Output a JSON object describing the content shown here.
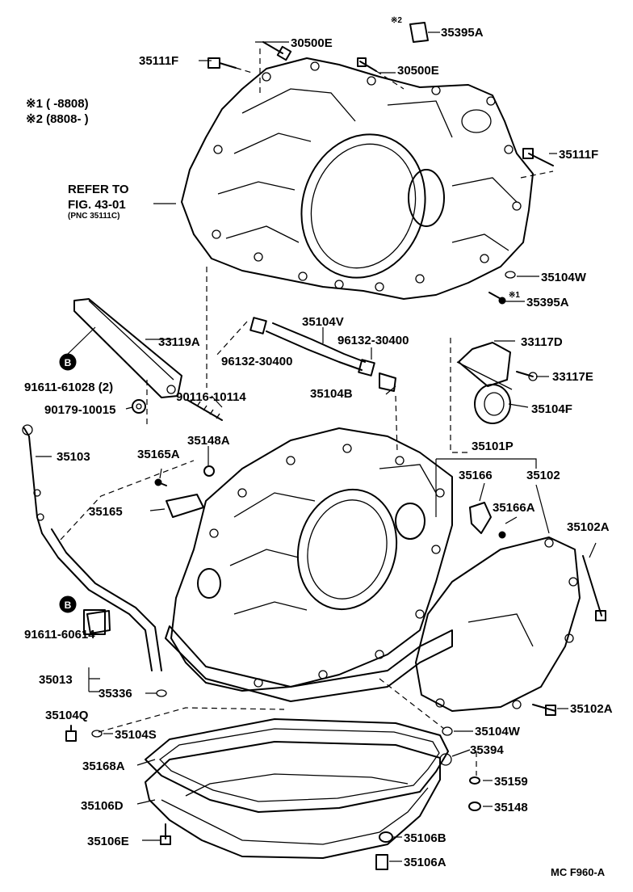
{
  "diagram_code": "MC F960-A",
  "notes": {
    "note1": "※1 (      -8808)",
    "note2": "※2 (8808-       )"
  },
  "refer": {
    "line1": "REFER TO",
    "line2": "FIG. 43-01",
    "line3": "(PNC 35111C)"
  },
  "marker_b": "B",
  "star2_mark": "※2",
  "star1_mark": "※1",
  "parts": {
    "p30500E_top": "30500E",
    "p35395A_top": "35395A",
    "p35111F_left": "35111F",
    "p30500E_mid": "30500E",
    "p35111F_right": "35111F",
    "p35104W_top": "35104W",
    "p35395A_bot": "35395A",
    "p35104V": "35104V",
    "p33119A": "33119A",
    "p96132_left": "96132-30400",
    "p96132_right": "96132-30400",
    "p33117D": "33117D",
    "p33117E": "33117E",
    "p91611_61028": "91611-61028 (2)",
    "p35104B": "35104B",
    "p35104F": "35104F",
    "p90116": "90116-10114",
    "p90179": "90179-10015",
    "p35103": "35103",
    "p35148A": "35148A",
    "p35101P": "35101P",
    "p35165A": "35165A",
    "p35166": "35166",
    "p35102": "35102",
    "p35165": "35165",
    "p35166A": "35166A",
    "p35102A_top": "35102A",
    "p91611_60614": "91611-60614",
    "p35013": "35013",
    "p35336": "35336",
    "p35102A_bot": "35102A",
    "p35104Q": "35104Q",
    "p35104S": "35104S",
    "p35104W_bot": "35104W",
    "p35394": "35394",
    "p35168A": "35168A",
    "p35159": "35159",
    "p35106D": "35106D",
    "p35148": "35148",
    "p35106B": "35106B",
    "p35106E": "35106E",
    "p35106A": "35106A"
  }
}
